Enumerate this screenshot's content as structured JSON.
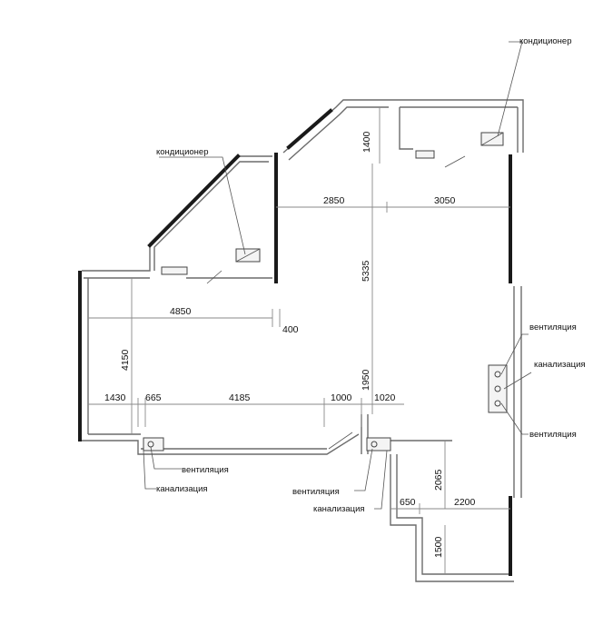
{
  "dimensions": {
    "d_1400": "1400",
    "d_2850": "2850",
    "d_3050": "3050",
    "d_5335": "5335",
    "d_4850": "4850",
    "d_400": "400",
    "d_4150": "4150",
    "d_1950": "1950",
    "d_1430": "1430",
    "d_665": "665",
    "d_4185": "4185",
    "d_1000": "1000",
    "d_1020": "1020",
    "d_2065": "2065",
    "d_650": "650",
    "d_2200": "2200",
    "d_1500": "1500"
  },
  "labels": {
    "ac_top_right": "кондиционер",
    "ac_left": "кондиционер",
    "vent_right_top": "вентиляция",
    "sewer_right": "канализация",
    "vent_right_bottom": "вентиляция",
    "vent_bottom_left": "вентиляция",
    "sewer_bottom_left": "канализация",
    "vent_bottom_mid": "вентиляция",
    "sewer_bottom_mid": "канализация"
  }
}
